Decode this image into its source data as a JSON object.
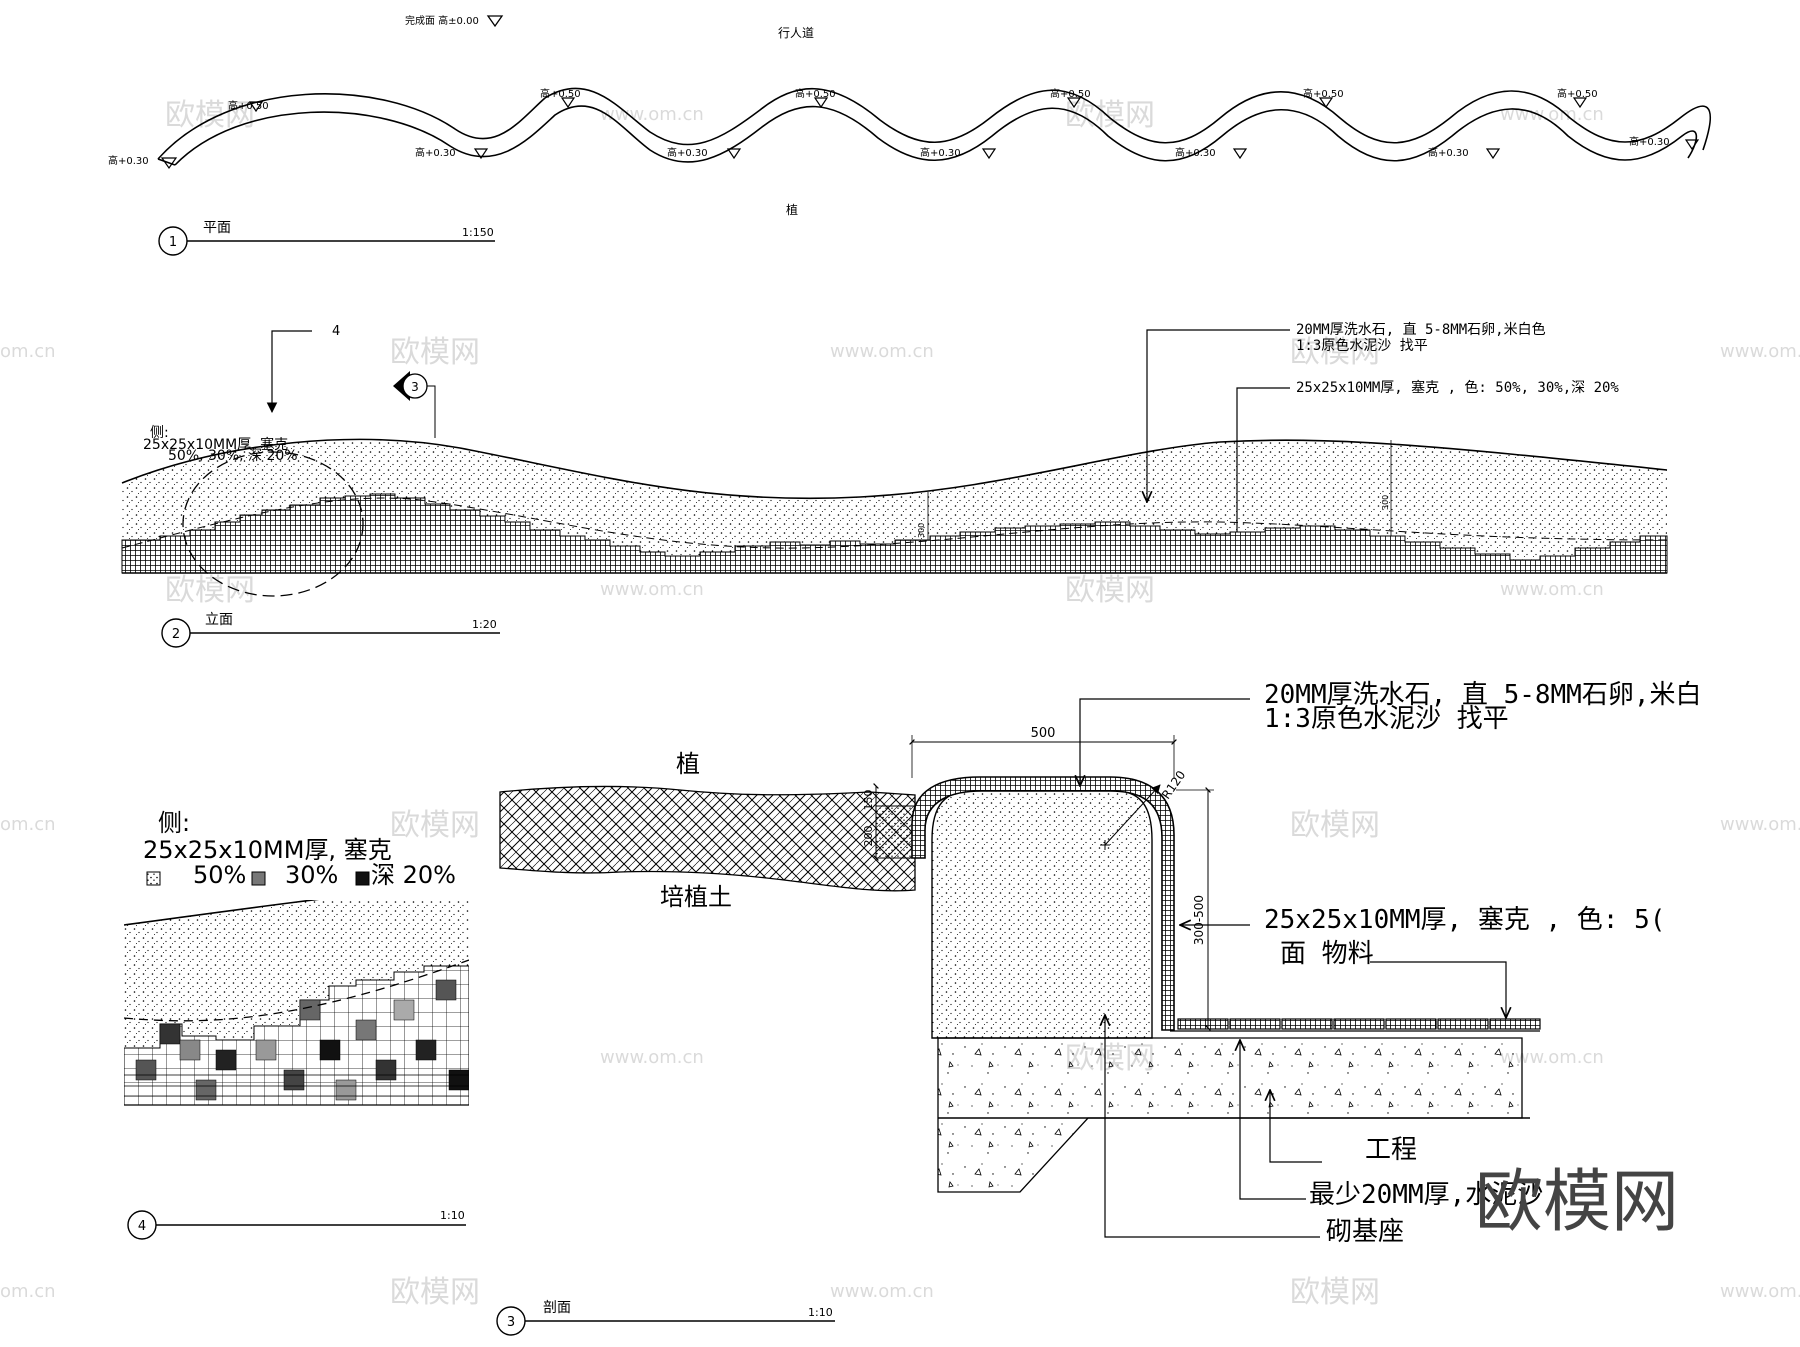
{
  "watermark": {
    "brand": "欧模网",
    "site": "www.om.cn",
    "site_short": "om.cn"
  },
  "plan": {
    "number": "1",
    "title": "平面",
    "scale": "1:150",
    "top_label": "行人道",
    "bottom_label": "植",
    "finish_level": "完成面 高±0.00",
    "crest_level": "高+0.50",
    "trough_level": "高+0.30"
  },
  "elevation": {
    "number": "2",
    "title": "立面",
    "scale": "1:20",
    "detail_callout": "4",
    "section_marker": "3",
    "left_note": [
      "侧:",
      "25x25x10MM厚, 塞克",
      "50%, 30%, 深 20%"
    ],
    "note_top": [
      "20MM厚洗水石, 直 5-8MM石卵,米白色",
      "1:3原色水泥沙 找平"
    ],
    "note_mosaic": "25x25x10MM厚, 塞克 , 色: 50%, 30%,深 20%",
    "dim": "300"
  },
  "detail": {
    "number": "4",
    "scale": "1:10",
    "note": [
      "侧:",
      "25x25x10MM厚, 塞克",
      "50%",
      "30%",
      "深 20%"
    ]
  },
  "section": {
    "number": "3",
    "title": "剖面",
    "scale": "1:10",
    "label_plant": "植",
    "label_soil": "培植土",
    "dim_width": "500",
    "dim_height": "300-500",
    "dim_small": "150",
    "dim_small2": "200",
    "radius": "R120",
    "note_top": [
      "20MM厚洗水石, 直 5-8MM石卵,米白",
      "1:3原色水泥沙 找平"
    ],
    "note_mosaic": "25x25x10MM厚, 塞克 , 色: 5(",
    "note_surface": "面 物料",
    "note_works": "工程",
    "note_mortar": "最少20MM厚,水泥沙",
    "note_base": "砌基座"
  }
}
